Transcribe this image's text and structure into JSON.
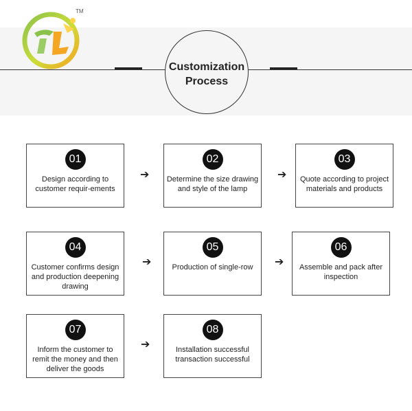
{
  "brand": {
    "trademark": "TM",
    "colors": {
      "green": "#8bc34a",
      "orange": "#f5a623",
      "yellow": "#ffd54f"
    }
  },
  "header": {
    "title": "Customization Process"
  },
  "steps": [
    {
      "number": "01",
      "text": "Design according to customer requir-ements"
    },
    {
      "number": "02",
      "text": "Determine the size drawing and style of the lamp"
    },
    {
      "number": "03",
      "text": "Quote according to project materials and products"
    },
    {
      "number": "04",
      "text": "Customer confirms design and production deepening drawing"
    },
    {
      "number": "05",
      "text": "Production of single-row"
    },
    {
      "number": "06",
      "text": "Assemble and pack after inspection"
    },
    {
      "number": "07",
      "text": "Inform the customer to remit the money and then deliver the goods"
    },
    {
      "number": "08",
      "text": "Installation successful transaction successful"
    }
  ],
  "arrow_glyph": "➔"
}
